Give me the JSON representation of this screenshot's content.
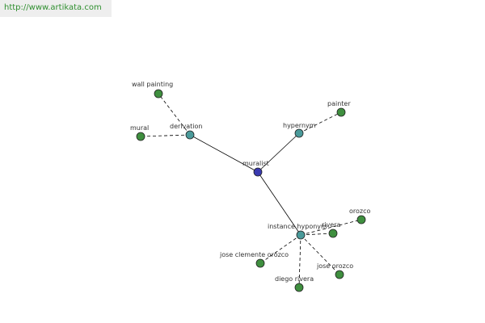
{
  "header": {
    "url": "http://www.artikata.com"
  },
  "colors": {
    "root": "#3a3ab0",
    "relation": "#4a9a9a",
    "leaf": "#3f8f3f",
    "url_text": "#2f8f2f"
  },
  "graph": {
    "nodes": [
      {
        "id": "muralist",
        "label": "muralist",
        "kind": "root"
      },
      {
        "id": "derivation",
        "label": "derivation",
        "kind": "relation"
      },
      {
        "id": "hypernym",
        "label": "hypernym",
        "kind": "relation"
      },
      {
        "id": "instance-hyponym",
        "label": "instance hyponym",
        "kind": "relation"
      },
      {
        "id": "wall-painting",
        "label": "wall painting",
        "kind": "leaf"
      },
      {
        "id": "mural",
        "label": "mural",
        "kind": "leaf"
      },
      {
        "id": "painter",
        "label": "painter",
        "kind": "leaf"
      },
      {
        "id": "orozco",
        "label": "orozco",
        "kind": "leaf"
      },
      {
        "id": "rivera",
        "label": "rivera",
        "kind": "leaf"
      },
      {
        "id": "jose-clemente-orozco",
        "label": "jose clemente orozco",
        "kind": "leaf"
      },
      {
        "id": "jose-orozco",
        "label": "jose orozco",
        "kind": "leaf"
      },
      {
        "id": "diego-rivera",
        "label": "diego rivera",
        "kind": "leaf"
      }
    ],
    "edges": [
      {
        "from": "muralist",
        "to": "derivation",
        "style": "solid"
      },
      {
        "from": "muralist",
        "to": "hypernym",
        "style": "solid"
      },
      {
        "from": "muralist",
        "to": "instance-hyponym",
        "style": "solid"
      },
      {
        "from": "derivation",
        "to": "wall-painting",
        "style": "dashed"
      },
      {
        "from": "derivation",
        "to": "mural",
        "style": "dashed"
      },
      {
        "from": "hypernym",
        "to": "painter",
        "style": "dashed"
      },
      {
        "from": "instance-hyponym",
        "to": "orozco",
        "style": "dashed"
      },
      {
        "from": "instance-hyponym",
        "to": "rivera",
        "style": "dashed"
      },
      {
        "from": "instance-hyponym",
        "to": "jose-clemente-orozco",
        "style": "dashed"
      },
      {
        "from": "instance-hyponym",
        "to": "jose-orozco",
        "style": "dashed"
      },
      {
        "from": "instance-hyponym",
        "to": "diego-rivera",
        "style": "dashed"
      }
    ]
  }
}
